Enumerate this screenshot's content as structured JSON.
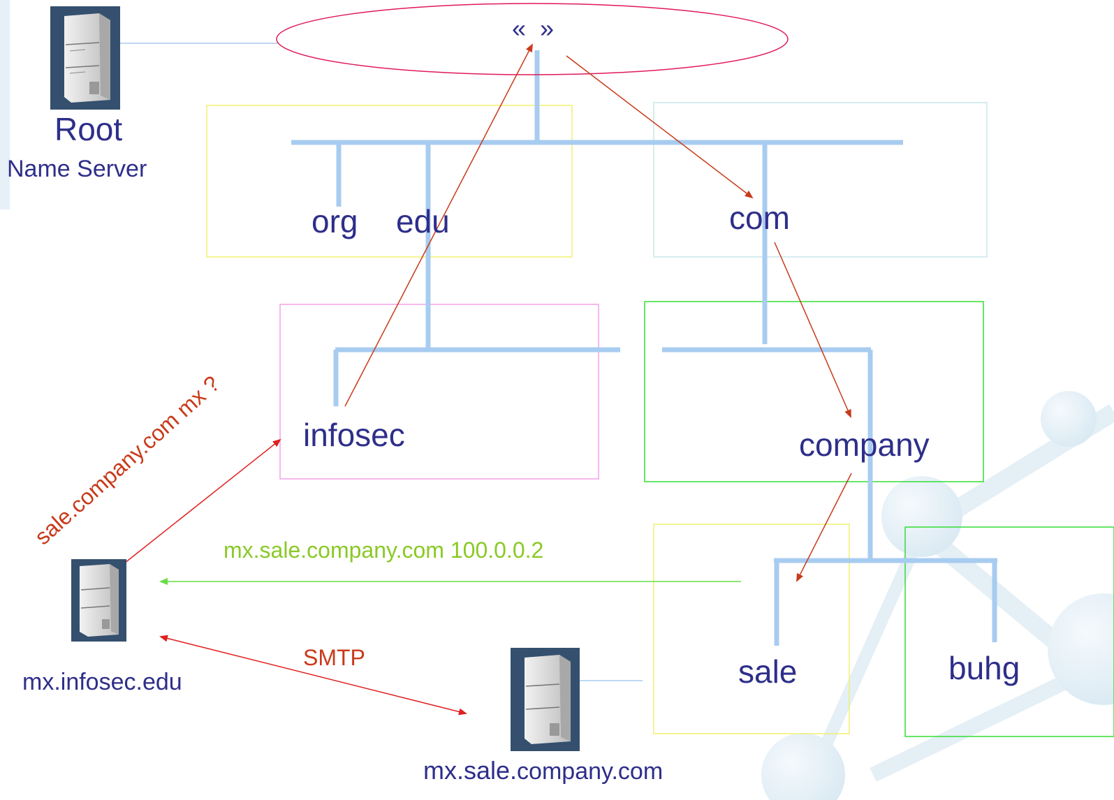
{
  "root": {
    "title": "Root",
    "subtitle": "Name Server",
    "zone_label": "«  »"
  },
  "nodes": {
    "org": "org",
    "edu": "edu",
    "com": "com",
    "infosec": "infosec",
    "company": "company",
    "sale": "sale",
    "buhg": "buhg"
  },
  "hosts": {
    "client": "mx.infosec.edu",
    "target_prefix": "mx.sale.",
    "target_suffix": "company.com"
  },
  "messages": {
    "query": "sale.company.com mx ?",
    "answer": "mx.sale.company.com 100.0.0.2",
    "protocol": "SMTP"
  },
  "colors": {
    "tree": "#a8ccf0",
    "label": "#2e2e8a",
    "query_arrow": "#c83a1a",
    "answer_arrow": "#66dd44",
    "root_ellipse": "#e0185a",
    "box_yellow": "#f0f070",
    "box_cyan": "#c8e6ea",
    "box_pink": "#f4a0e8",
    "box_green": "#33dd33"
  }
}
